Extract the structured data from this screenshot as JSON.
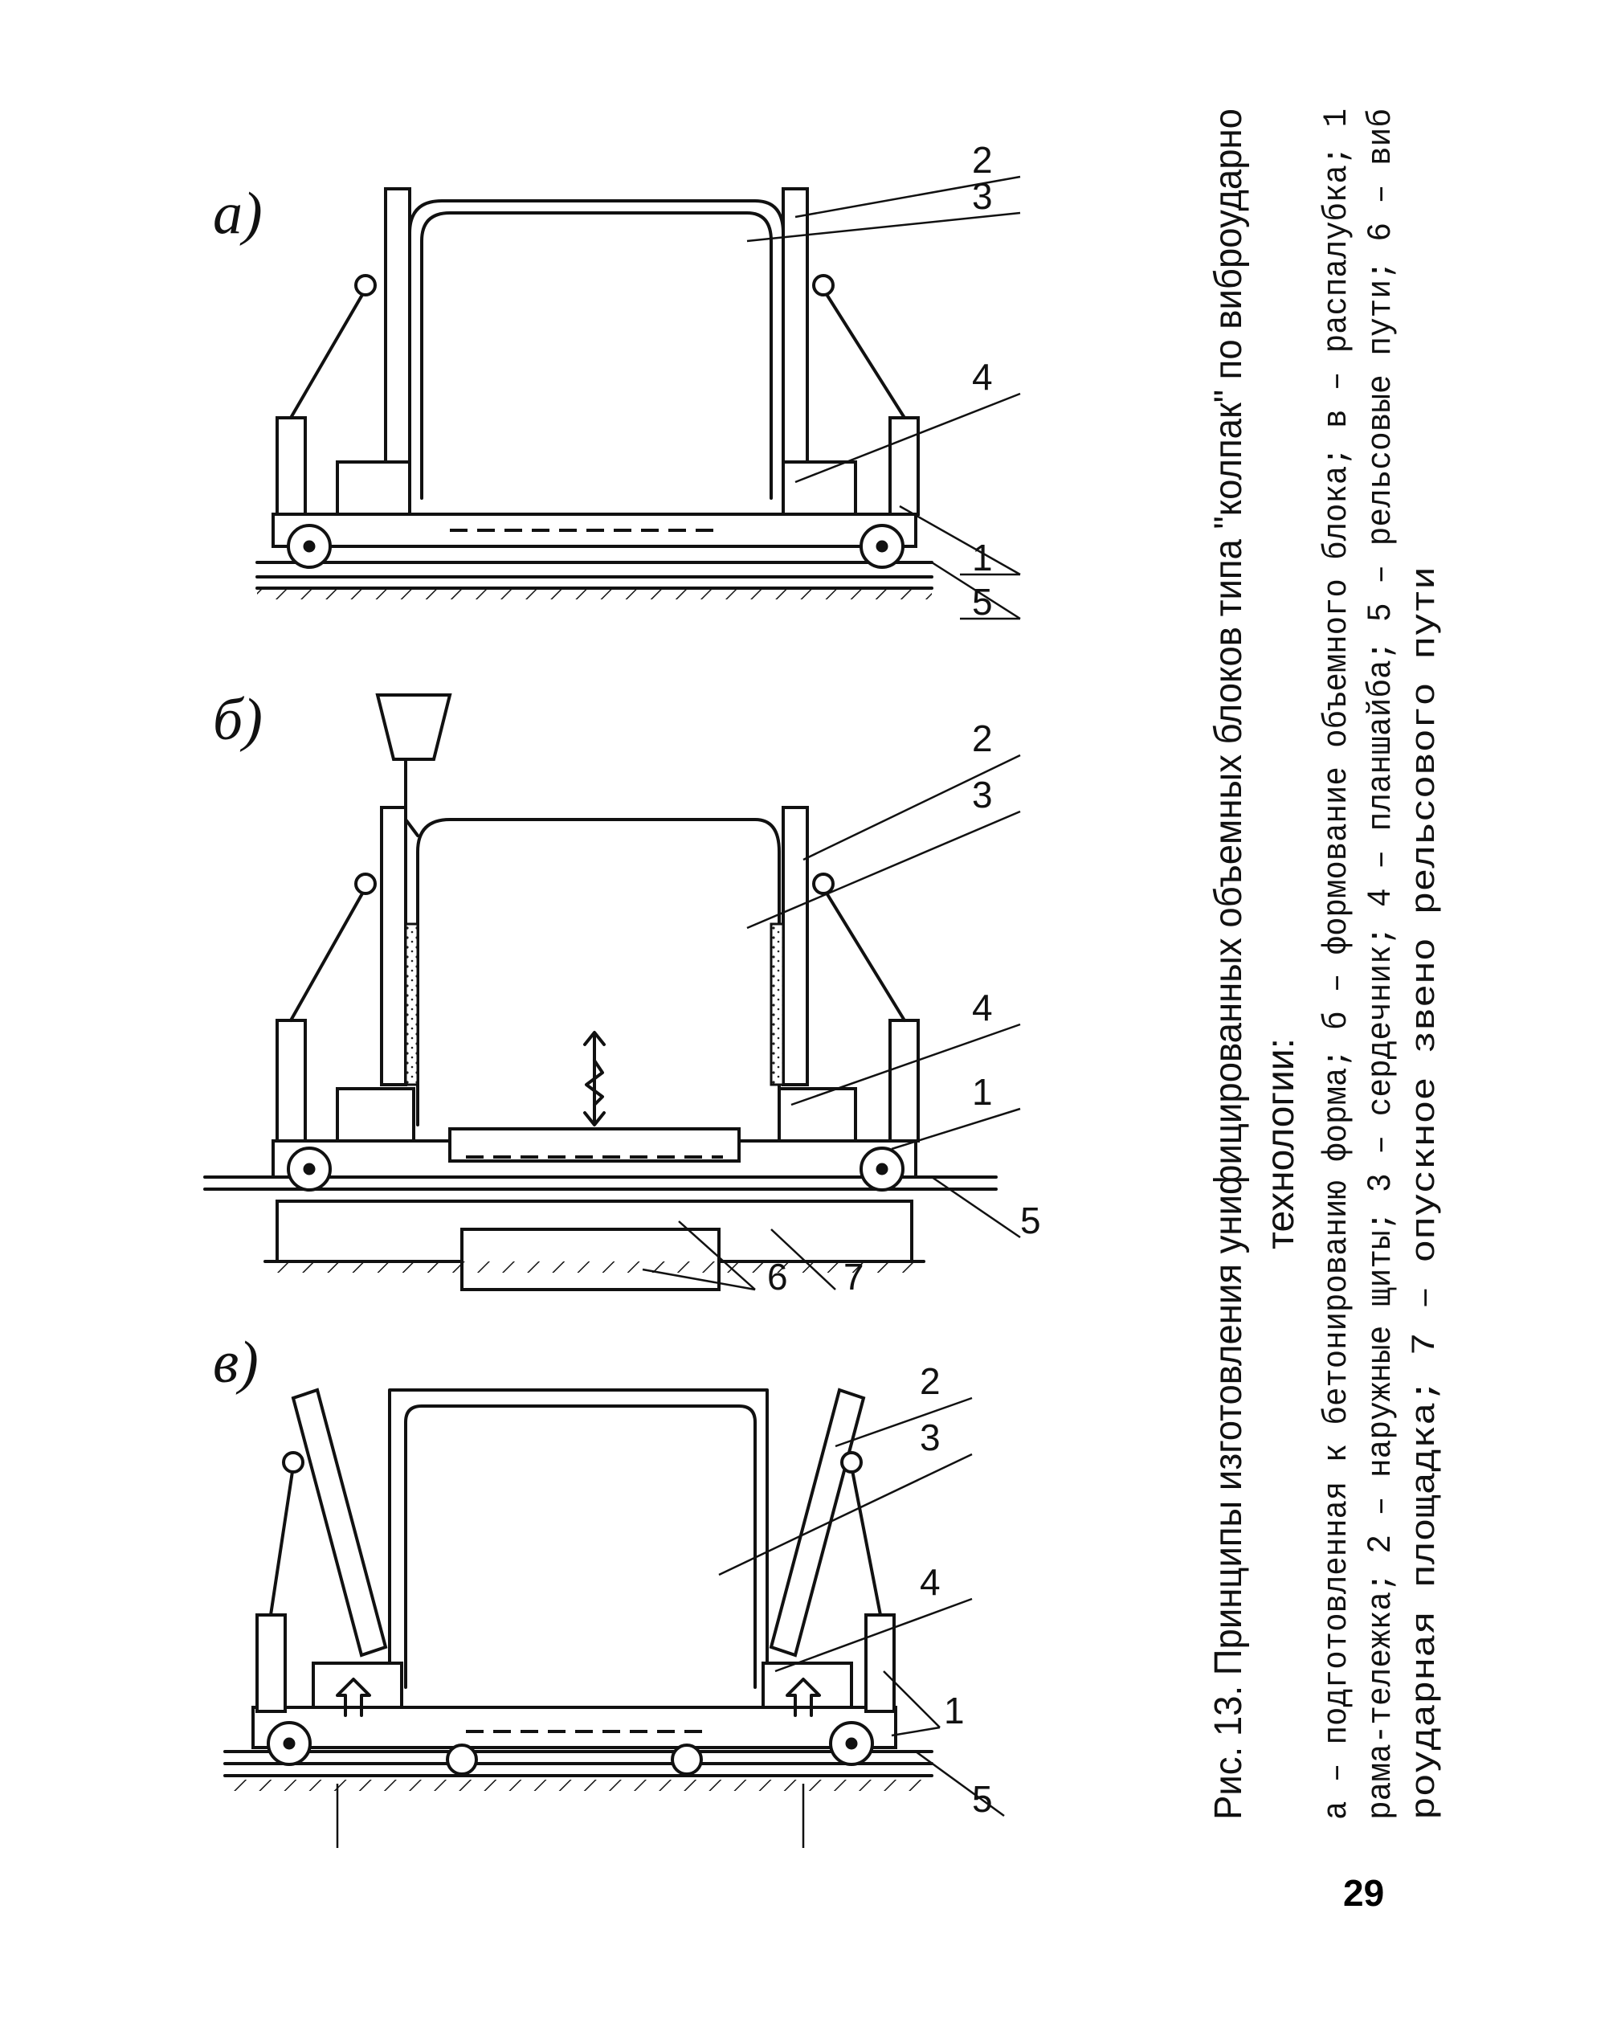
{
  "figure": {
    "panels": [
      {
        "id": "a",
        "label": "а)"
      },
      {
        "id": "b",
        "label": "б)"
      },
      {
        "id": "v",
        "label": "в)"
      }
    ],
    "callouts": {
      "c1": "1",
      "c2": "2",
      "c3": "3",
      "c4": "4",
      "c5": "5",
      "c6": "6",
      "c7": "7"
    }
  },
  "caption": {
    "title": "Рис. 13. Принципы изготовления унифицированных объемных блоков типа \"колпак\" по виброударно",
    "title_cont": "технологии:",
    "lines": [
      "а – подготовленная к бетонированию форма; б – формование объемного блока; в – распалубка; 1",
      "рама-тележка; 2 – наружные щиты; 3 – сердечник; 4 – планшайба; 5 – рельсовые пути; 6 – виб",
      "роударная площадка;        7 – опускное звено   рельсового   пути"
    ]
  },
  "page_number": "29"
}
